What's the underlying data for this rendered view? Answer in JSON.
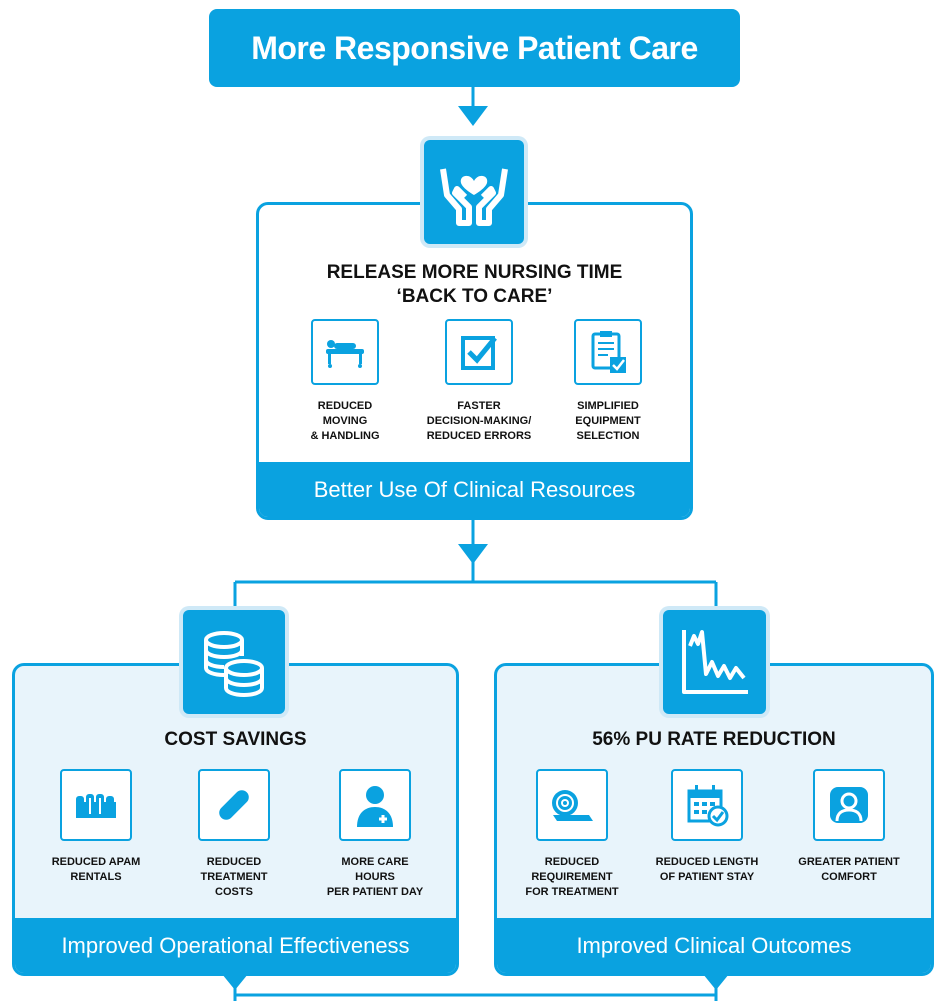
{
  "title": "More Responsive Patient Care",
  "top_panel": {
    "heading_line1": "RELEASE MORE NURSING TIME",
    "heading_line2": "‘BACK TO CARE’",
    "footer": "Better Use Of Clinical Resources",
    "items": [
      {
        "icon": "patient-bed-icon",
        "caption": "REDUCED\nMOVING\n& HANDLING"
      },
      {
        "icon": "checkbox-icon",
        "caption": "FASTER\nDECISION-MAKING/\nREDUCED ERRORS"
      },
      {
        "icon": "checklist-icon",
        "caption": "SIMPLIFIED\nEQUIPMENT\nSELECTION"
      }
    ]
  },
  "left_panel": {
    "heading": "COST SAVINGS",
    "footer": "Improved Operational Effectiveness",
    "items": [
      {
        "icon": "mattress-icon",
        "caption": "REDUCED APAM\nRENTALS"
      },
      {
        "icon": "bandage-icon",
        "caption": "REDUCED\nTREATMENT\nCOSTS"
      },
      {
        "icon": "nurse-icon",
        "caption": "MORE CARE\nHOURS\nPER PATIENT DAY"
      }
    ]
  },
  "right_panel": {
    "heading": "56% PU RATE REDUCTION",
    "footer": "Improved Clinical Outcomes",
    "items": [
      {
        "icon": "rolled-dressing-icon",
        "caption": "REDUCED\nREQUIREMENT\nFOR TREATMENT"
      },
      {
        "icon": "calendar-check-icon",
        "caption": "REDUCED LENGTH\nOF PATIENT STAY"
      },
      {
        "icon": "patient-comfort-icon",
        "caption": "GREATER PATIENT\nCOMFORT"
      }
    ]
  },
  "colors": {
    "accent": "#0aa2e0",
    "panel_fill": "#e8f4fb",
    "text": "#111111"
  }
}
